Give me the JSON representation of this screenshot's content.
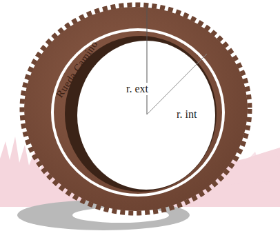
{
  "diagram": {
    "labels": [
      "Rueda Camino",
      "r. ext",
      "r. int"
    ]
  }
}
